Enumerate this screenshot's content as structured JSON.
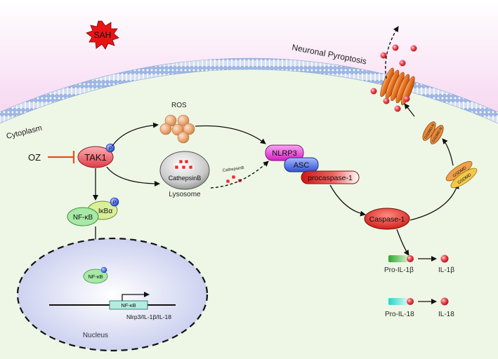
{
  "labels": {
    "sah": "SAH",
    "pyroptosis": "Neuronal Pyroptosis",
    "cytoplasm": "Cytoplasm",
    "ros": "ROS",
    "oz": "OZ",
    "tak1": "TAK1",
    "p": "P",
    "nfkb": "NF-κB",
    "ikba": "IκBα",
    "cathepsin_lyso": "CathepsinB",
    "cathepsin_small": "CathepsinB",
    "lysosome": "Lysosome",
    "nlrp3": "NLRP3",
    "asc": "ASC",
    "procaspase": "procaspase-1",
    "caspase": "Caspase-1",
    "gsdmd": "GSDMD",
    "gsdmd_n": "GSDMD-N",
    "gsdmd_c": "GSDMD-C",
    "nucleus": "Nucleus",
    "nfkb_nuc": "NF-κB",
    "nfkb_gene": "NF-κB",
    "genes": "Nlrp3/IL-1β/IL-18",
    "pro_il1b": "Pro-IL-1β",
    "il1b": "IL-1β",
    "pro_il18": "Pro-IL-18",
    "il18": "IL-18"
  },
  "colors": {
    "membrane_top": "#f6d7f0",
    "cytoplasm_bg": "#eef7e6",
    "tak1": "#e8505a",
    "nlrp3": "#e23ad0",
    "asc": "#3a5fd8",
    "procaspase": "#d8261e",
    "caspase": "#d8261e",
    "ros": "#e9a472",
    "nucleus": "#cfd3ef",
    "nfkb": "#a7e9a6",
    "ikba": "#d9ef9a",
    "sah": "#e81414",
    "oz_inhibit": "#e84d1a",
    "pore": "#e86a1a",
    "il1b_bar": "#4cbc4c",
    "il18_bar": "#47d7d0",
    "cytokine": "#e8353f"
  }
}
